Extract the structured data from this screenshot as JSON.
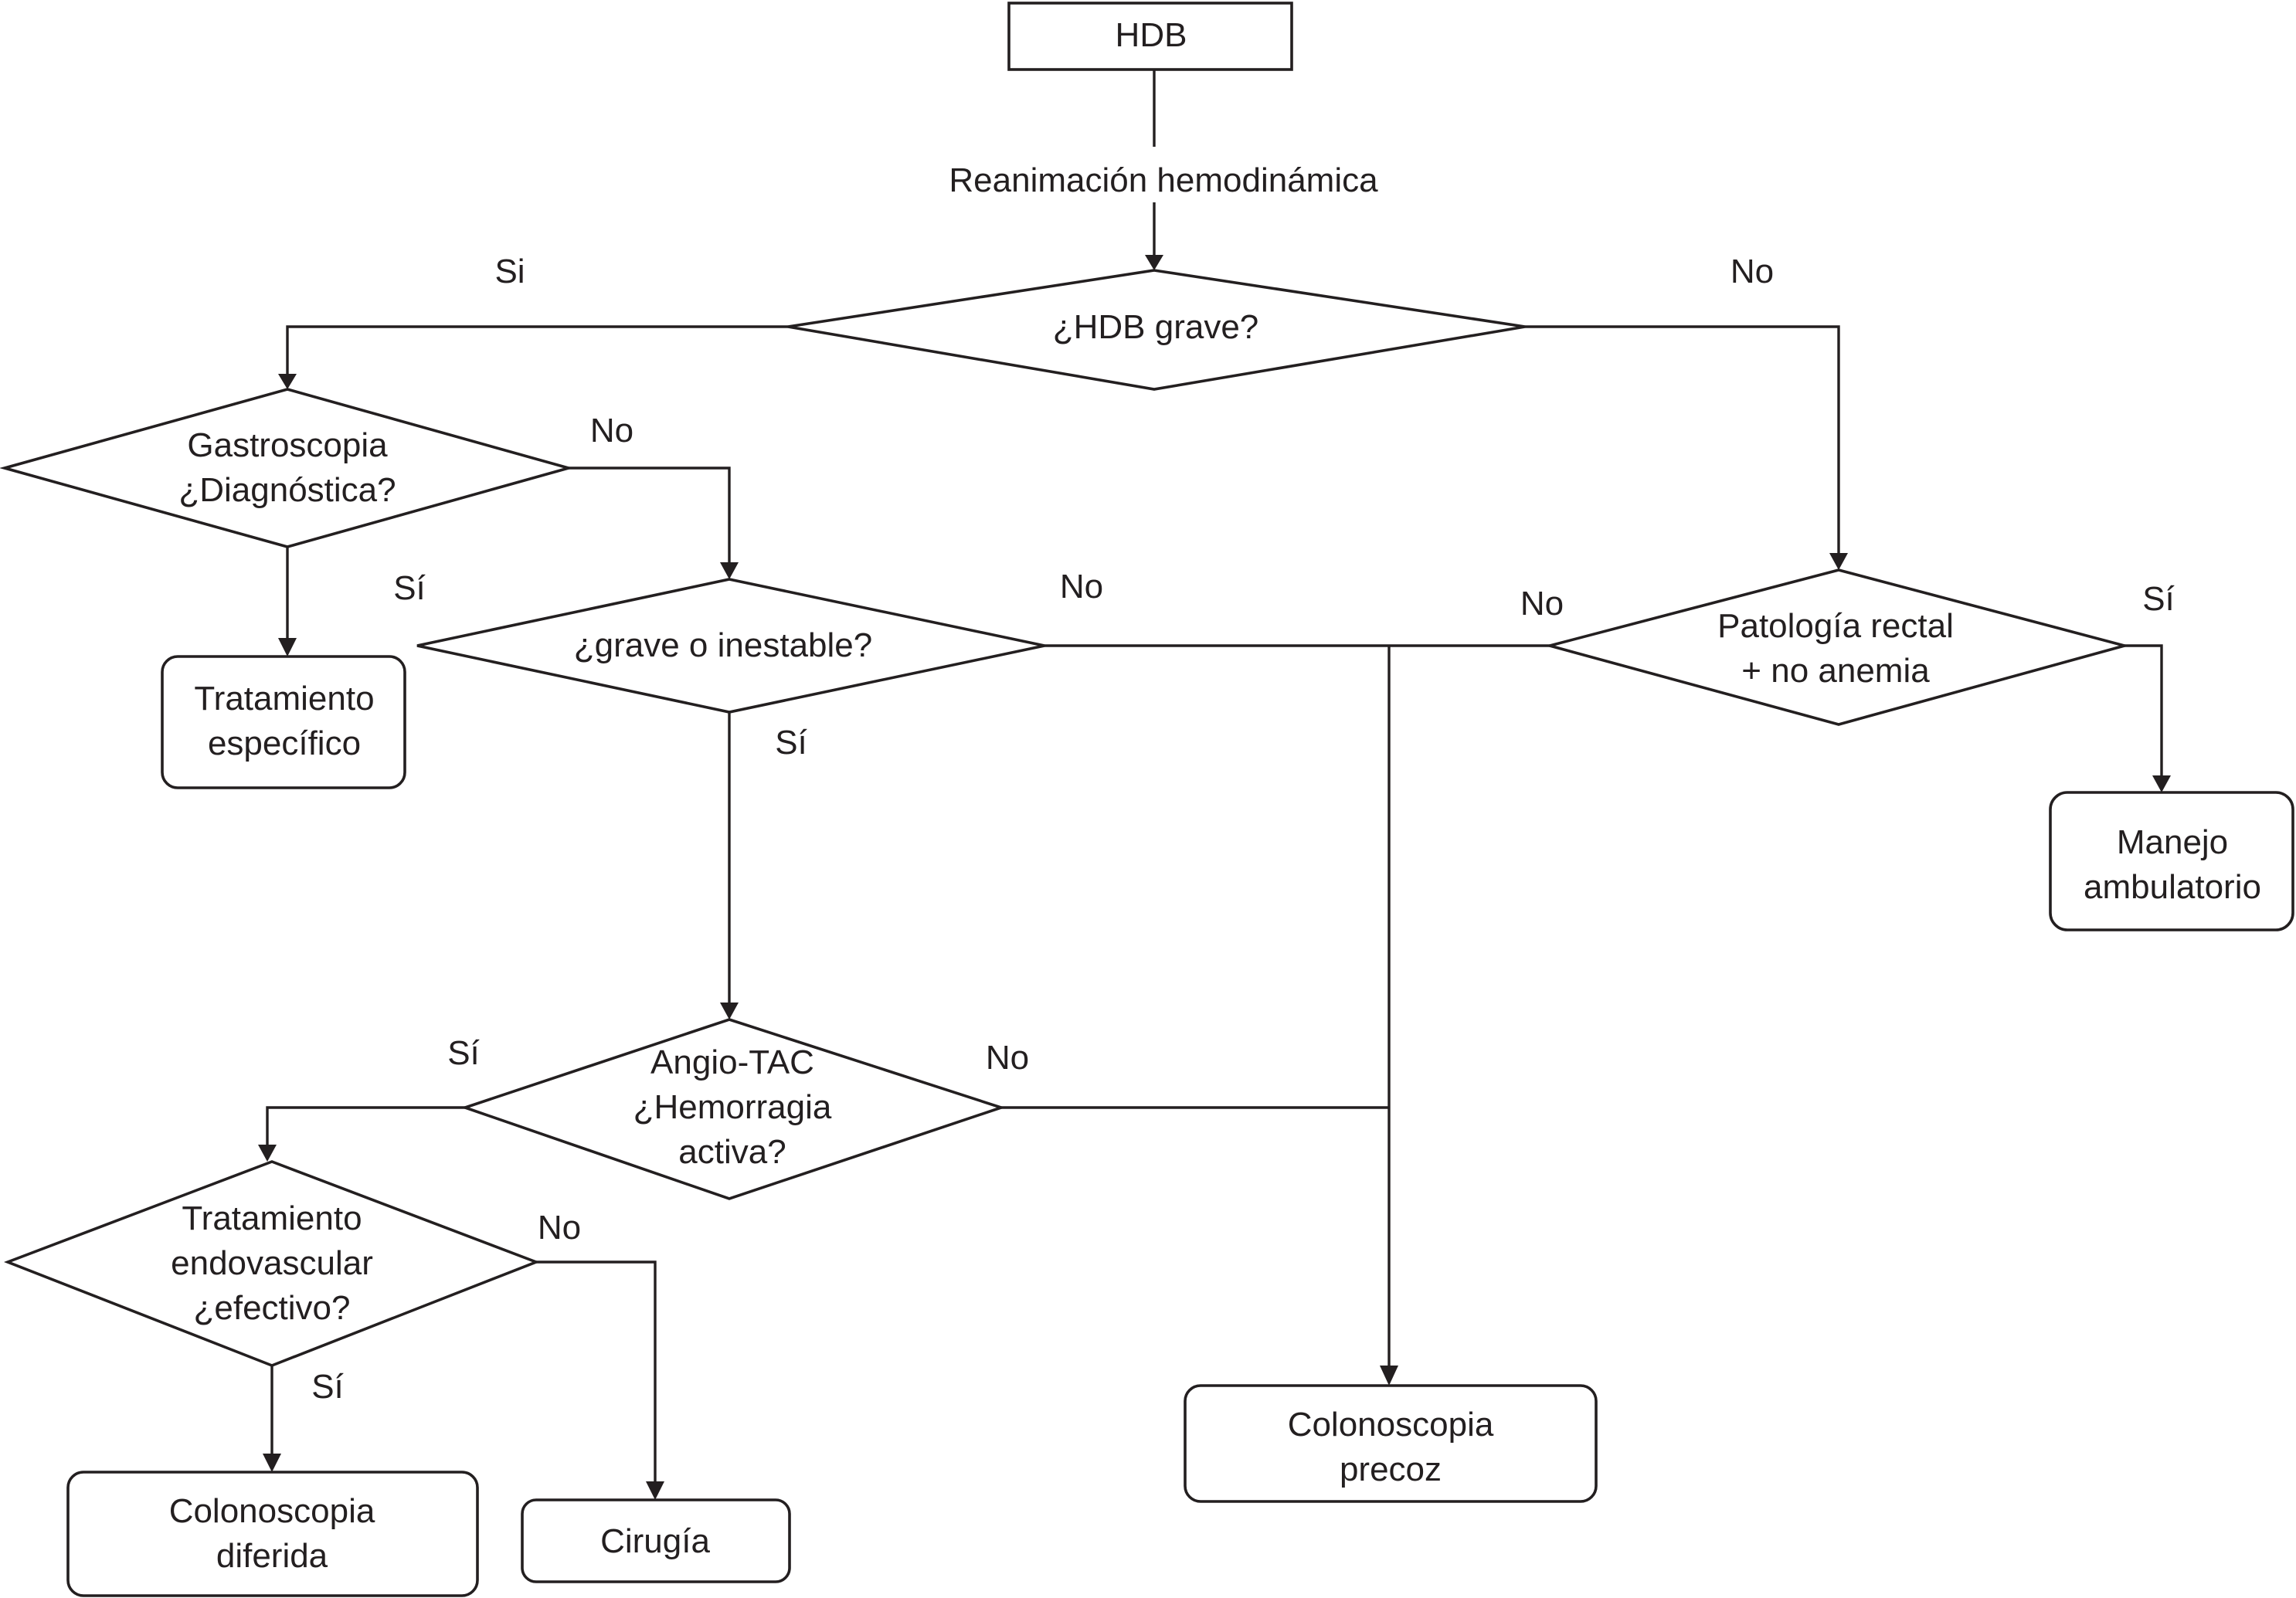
{
  "nodes": {
    "hdb": "HDB",
    "reanimacion": "Reanimación hemodinámica",
    "hdb_grave": "¿HDB grave?",
    "gastroscopia": "Gastroscopia\n¿Diagnóstica?",
    "tratamiento_especifico": "Tratamiento\nespecífico",
    "grave_inestable": "¿grave o inestable?",
    "patologia_rectal": "Patología rectal\n+ no anemia",
    "manejo_ambulatorio": "Manejo\nambulatorio",
    "angio_tac": "Angio-TAC\n¿Hemorragia\nactiva?",
    "tratamiento_endovascular": "Tratamiento\nendovascular\n¿efectivo?",
    "colonoscopia_diferida": "Colonoscopia\ndiferida",
    "cirugia": "Cirugía",
    "colonoscopia_precoz": "Colonoscopia\nprecoz"
  },
  "edge_labels": {
    "grave_si": "Si",
    "grave_no": "No",
    "gastro_no": "No",
    "gastro_si": "Sí",
    "inestable_no": "No",
    "inestable_si": "Sí",
    "rectal_no": "No",
    "rectal_si": "Sí",
    "angio_si": "Sí",
    "angio_no": "No",
    "endo_no": "No",
    "endo_si": "Sí"
  },
  "colors": {
    "stroke": "#231f20",
    "background": "#ffffff"
  }
}
